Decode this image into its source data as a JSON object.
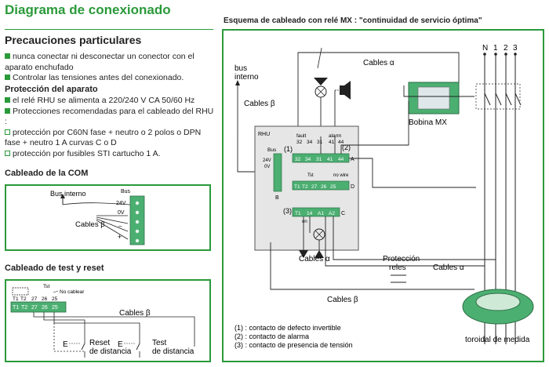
{
  "left": {
    "title": "Diagrama de conexionado",
    "subtitle": "Precauciones particulares",
    "precautions": [
      "nunca conectar ni desconectar un conector con el aparato enchufado",
      "Controlar las tensiones antes del conexionado."
    ],
    "protection_title": "Protección del aparato",
    "protection_items": [
      {
        "marker": "filled",
        "text": "el relé RHU se alimenta a 220/240 V CA 50/60 Hz"
      },
      {
        "marker": "filled",
        "text": "Protecciones recomendadas para el cableado del RHU :"
      },
      {
        "marker": "open",
        "text": "protección por C60N fase + neutro o 2 polos o DPN fase + neutro 1 A curvas C o D"
      },
      {
        "marker": "open",
        "text": "protección por fusibles STI cartucho 1 A."
      }
    ],
    "com_title": "Cableado de la COM",
    "com": {
      "bus_interno": "Bus interno",
      "cables_beta": "Cables β",
      "bus_label": "Bus",
      "v24": "24V",
      "v0": "0V",
      "minus": "–",
      "plus": "+"
    },
    "test_title": "Cableado de test y reset",
    "test": {
      "no_cablear": "No cablear",
      "tst": "Tst",
      "terminals": [
        "T1",
        "T2",
        "27",
        "26",
        "25"
      ],
      "cables_beta": "Cables β",
      "reset_1": "Reset",
      "reset_2": "de distancia",
      "test_1": "Test",
      "test_2": "de distancia",
      "e_mark": "E"
    }
  },
  "right": {
    "title": "Esquema de cableado con relé MX : \"continuidad de servicio óptima\"",
    "phases": [
      "N",
      "1",
      "2",
      "3"
    ],
    "cables_alpha": "Cables α",
    "bus_interno_1": "bus",
    "bus_interno_2": "interno",
    "cables_beta": "Cables β",
    "bobina": "Bobina MX",
    "device": {
      "rhu": "RHU",
      "fault": "fault",
      "alarm": "alarm",
      "top_terms": [
        "32",
        "34",
        "31",
        "41",
        "44"
      ],
      "bus": "Bus",
      "v24": "24V",
      "v0": "0V",
      "no_wire": "no wire",
      "tst": "Tst",
      "mid_terms": [
        "T1",
        "T2",
        "27",
        "26",
        "25"
      ],
      "bottom_terms": [
        "T1",
        "14",
        "A1",
        "A2"
      ],
      "on": "on",
      "letters": [
        "A",
        "D",
        "C",
        "B"
      ]
    },
    "markers": [
      "(1)",
      "(2)",
      "(3)"
    ],
    "cables_alpha_left": "Cables α",
    "proteccion_1": "Protección",
    "proteccion_2": "reles",
    "cables_alpha_right": "Cables α",
    "cables_beta_bottom": "Cables β",
    "legend": [
      {
        "mark": "(1)",
        "text": " : contacto de defecto invertible"
      },
      {
        "mark": "(2)",
        "text": " : contacto de alarma"
      },
      {
        "mark": "(3)",
        "text": " : contacto de presencia de tensión"
      }
    ],
    "toroid": "toroidal de medida"
  },
  "colors": {
    "accent": "#2a9a3a",
    "device_body": "#e6e6e6",
    "terminal_green": "#4caf72"
  }
}
